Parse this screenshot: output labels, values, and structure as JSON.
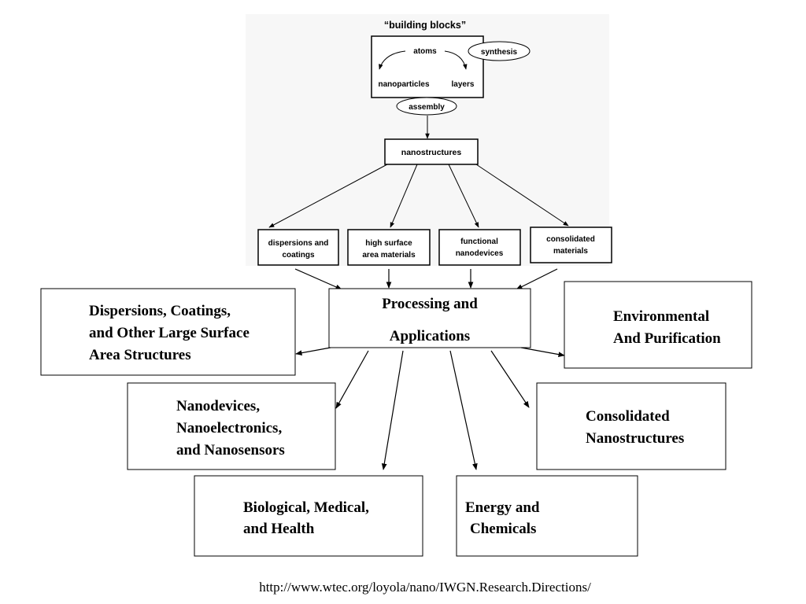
{
  "top_diagram": {
    "title": "“building blocks”",
    "atoms": "atoms",
    "nanoparticles": "nanoparticles",
    "layers": "layers",
    "synthesis": "synthesis",
    "assembly": "assembly",
    "nanostructures": "nanostructures",
    "categories": [
      {
        "line1": "dispersions and",
        "line2": "coatings"
      },
      {
        "line1": "high surface",
        "line2": "area materials"
      },
      {
        "line1": "functional",
        "line2": "nanodevices"
      },
      {
        "line1": "consolidated",
        "line2": "materials"
      }
    ]
  },
  "center": {
    "line1": "Processing and",
    "line2": "Applications"
  },
  "applications": {
    "dispersions": [
      "Dispersions, Coatings,",
      "and Other Large Surface",
      "Area Structures"
    ],
    "environmental": [
      "Environmental",
      "And Purification"
    ],
    "nanodevices": [
      "Nanodevices,",
      "Nanoelectronics,",
      "and Nanosensors"
    ],
    "consolidated": [
      "Consolidated",
      "Nanostructures"
    ],
    "biological": [
      "Biological, Medical,",
      "and Health"
    ],
    "energy": [
      "Energy and",
      "Chemicals"
    ]
  },
  "footer_url": "http://www.wtec.org/loyola/nano/IWGN.Research.Directions/"
}
